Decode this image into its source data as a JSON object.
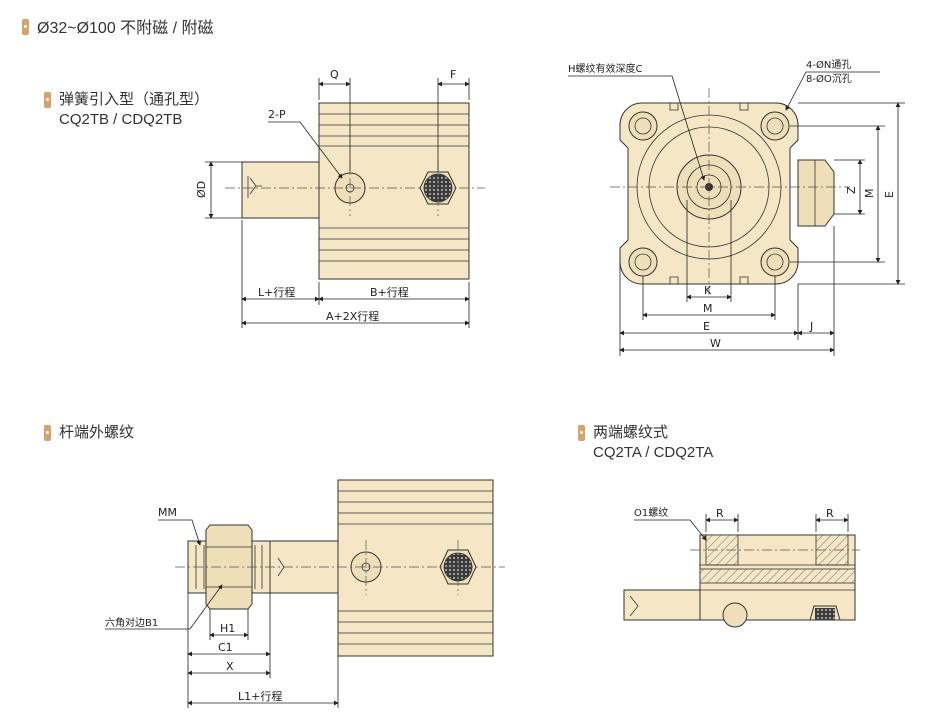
{
  "title": "Ø32~Ø100 不附磁 / 附磁",
  "sections": {
    "spring": {
      "title": "弹簧引入型（通孔型）",
      "subtitle": "CQ2TB / CDQ2TB"
    },
    "rod_thread": {
      "title": "杆端外螺纹",
      "subtitle": ""
    },
    "both_thread": {
      "title": "两端螺纹式",
      "subtitle": "CQ2TA / CDQ2TA"
    }
  },
  "labels": {
    "Q": "Q",
    "F": "F",
    "P2": "2-P",
    "OD": "ØD",
    "L_stroke": "L+行程",
    "B_stroke": "B+行程",
    "A_stroke": "A+2X行程",
    "H_thread": "H螺纹有效深度C",
    "N_holes": "4-ØN通孔",
    "O_holes": "8-ØO沉孔",
    "Z": "Z",
    "M": "M",
    "E": "E",
    "K": "K",
    "J": "J",
    "W": "W",
    "MM": "MM",
    "hex": "六角对边B1",
    "H1": "H1",
    "C1": "C1",
    "X": "X",
    "L1_stroke": "L1+行程",
    "O1": "O1螺纹",
    "R": "R"
  },
  "colors": {
    "accent": "#d9a26b",
    "body_fill": "#f5e7c6"
  }
}
